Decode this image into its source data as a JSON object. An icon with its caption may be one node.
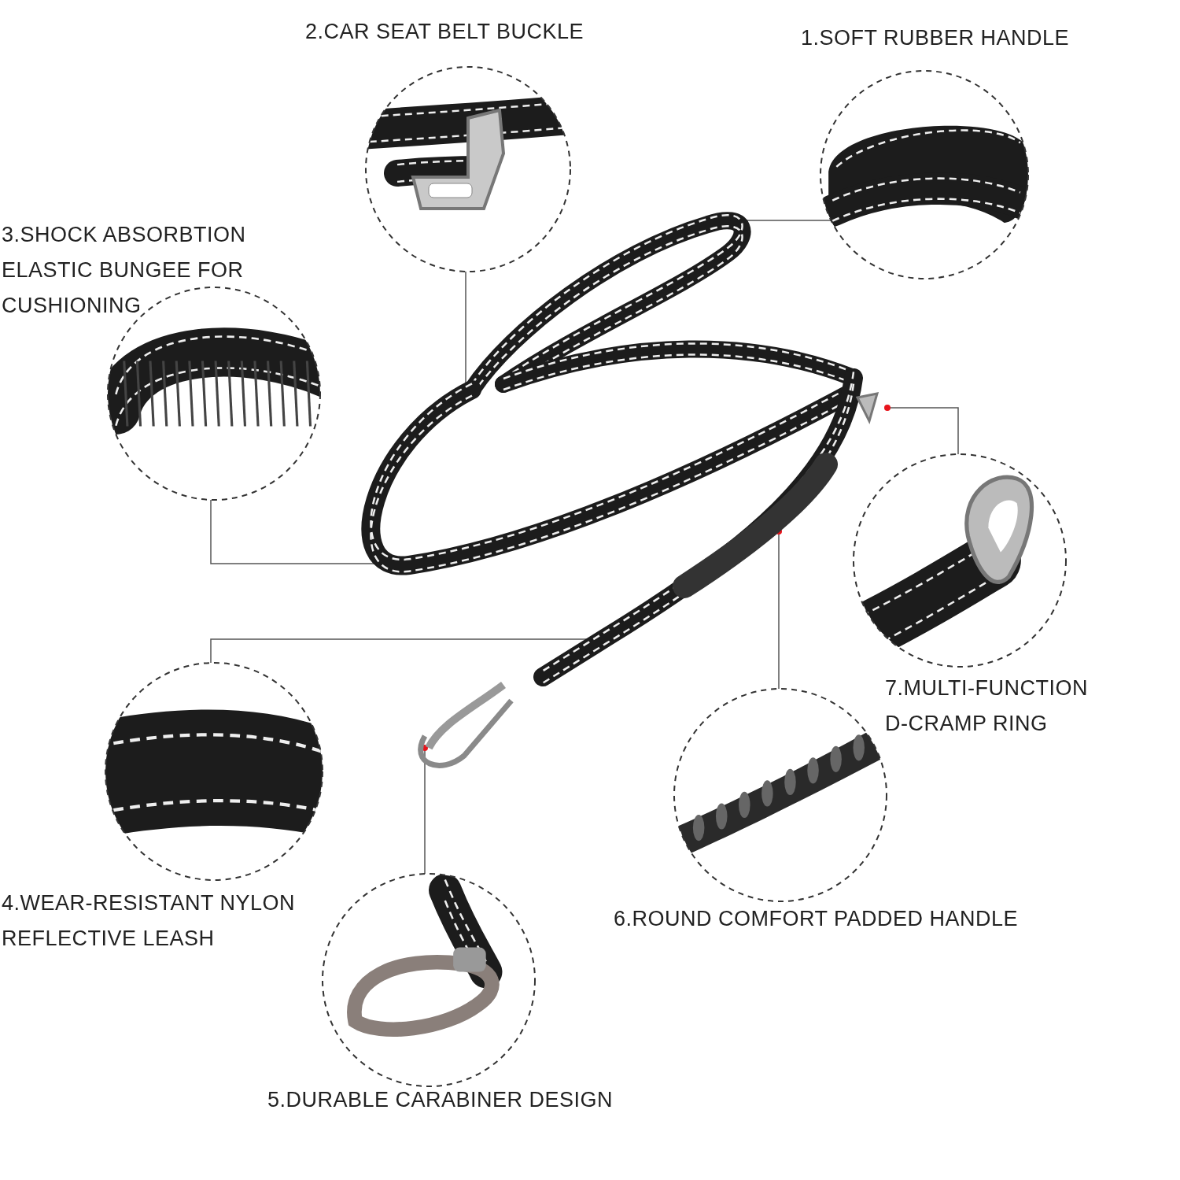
{
  "diagram": {
    "nodes": [
      {
        "text": [
          "2.CAR SEAT BELT BUCKLE"
        ]
      },
      {
        "text": [
          "1.SOFT RUBBER HANDLE"
        ]
      },
      {
        "text": [
          "3.SHOCK ABSORBTION ELASTIC BUNGEE FOR CUSHIONING"
        ]
      },
      {
        "text": [],
        "shape": "picture"
      },
      {
        "text": [
          "7.MULTI-FUNCTION D-CRAMP RING"
        ]
      },
      {
        "text": [
          "4.WEAR-RESISTANT NYLON REFLECTIVE LEASH"
        ]
      },
      {
        "text": [
          "6.ROUND COMFORT PADDED HANDLE"
        ]
      },
      {
        "text": [
          "5.DURABLE CARABINER DESIGN"
        ]
      }
    ],
    "edges": [
      {
        "from": 0,
        "to": 3,
        "arrow": "other"
      },
      {
        "from": 1,
        "to": 3,
        "arrow": "other"
      },
      {
        "from": 2,
        "to": 3,
        "arrow": "other"
      },
      {
        "from": 4,
        "to": 3,
        "arrow": "other"
      },
      {
        "from": 5,
        "to": 3,
        "arrow": "other"
      },
      {
        "from": 6,
        "to": 3,
        "arrow": "other"
      },
      {
        "from": 7,
        "to": 3,
        "arrow": "other"
      }
    ]
  }
}
